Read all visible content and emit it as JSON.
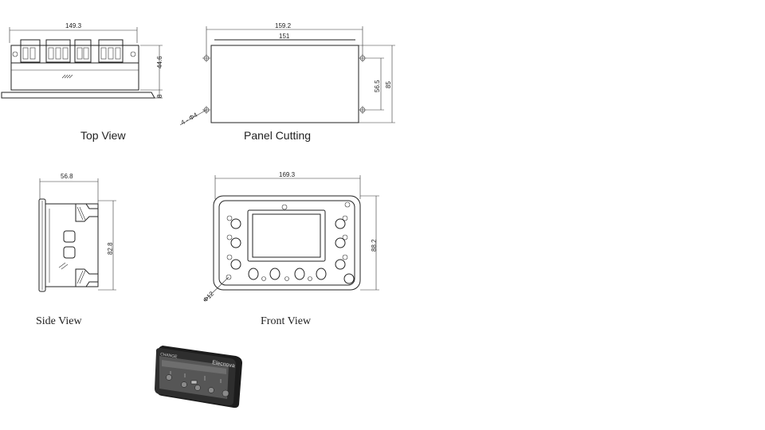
{
  "views": {
    "top": {
      "caption": "Top View",
      "width": "149.3",
      "height": "44.6",
      "flange": "8"
    },
    "panel": {
      "caption": "Panel Cutting",
      "outer_width": "159.2",
      "cut_width": "151",
      "inner_height": "56.5",
      "outer_height": "85",
      "hole": "4 - Φ4"
    },
    "side": {
      "caption": "Side View",
      "depth": "56.8",
      "height": "82.8"
    },
    "front": {
      "caption": "Front View",
      "width": "169.3",
      "height": "88.2",
      "hole": "Φ12"
    }
  },
  "photo": {
    "brand": "CHANGE",
    "model": "Elecnova"
  },
  "colors": {
    "line": "#222222",
    "device_body": "#2a2a2a",
    "device_face": "#5a5a5a"
  }
}
